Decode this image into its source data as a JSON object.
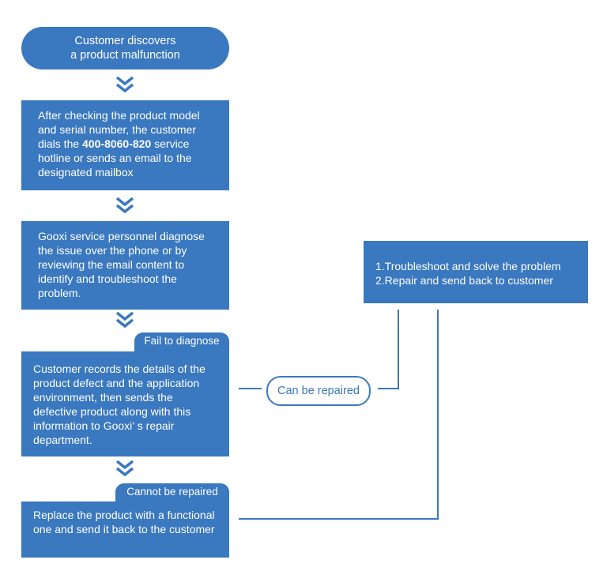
{
  "start": {
    "line1": "Customer discovers",
    "line2": "a product malfunction"
  },
  "step1": {
    "before": "After checking the product model and serial number, the customer dials the ",
    "hotline": "400-8060-820",
    "after": " service hotline or sends an email to the designated mailbox"
  },
  "step2": {
    "text": "Gooxi service personnel diagnose the issue over the phone or by reviewing the email content to identify and troubleshoot the problem."
  },
  "tag_fail": "Fail to diagnose",
  "step3": {
    "text": "Customer records the details of the product defect and the application environment, then sends the defective product along with this information to Gooxi’ s repair department."
  },
  "tag_cannot": "Cannot be repaired",
  "step4": {
    "text": "Replace the product with a functional one and send it back to the customer"
  },
  "repaired_label": "Can be repaired",
  "outcome": {
    "line1": "1.Troubleshoot and solve the problem",
    "line2": "2.Repair and send back to customer"
  },
  "colors": {
    "accent": "#3a78bf",
    "background": "#ffffff"
  }
}
